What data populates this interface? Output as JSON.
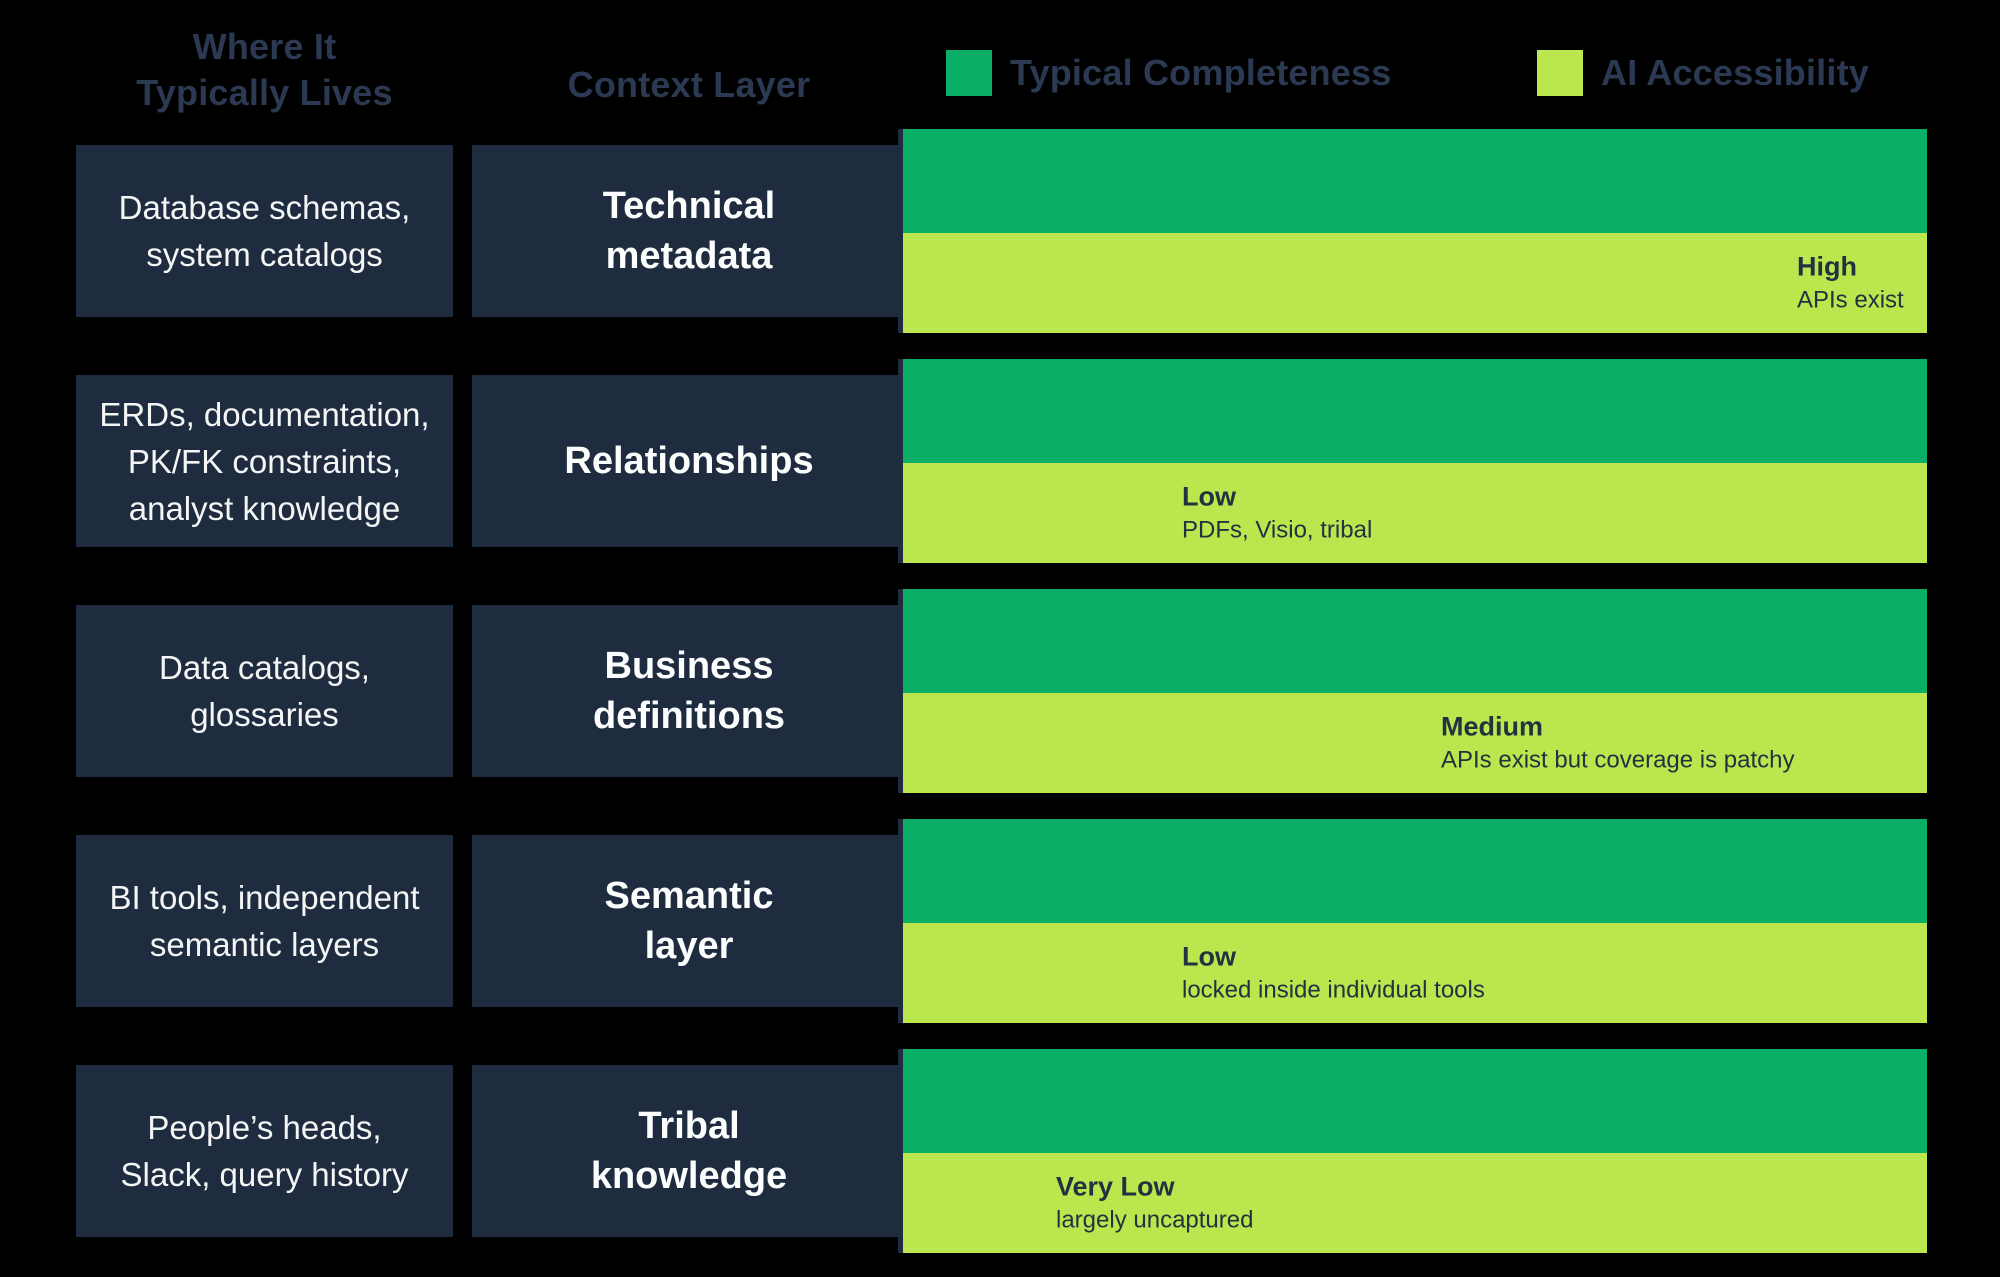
{
  "header": {
    "col1_title": "Where It\nTypically Lives",
    "col2_title": "Context Layer",
    "legend": [
      {
        "label": "Typical Completeness",
        "color": "#0bae66"
      },
      {
        "label": "AI Accessibility",
        "color": "#bce64d"
      }
    ]
  },
  "colors": {
    "background": "#000000",
    "box": "#1f2b3e",
    "header_text": "#2b3a52",
    "box_text": "#f4f6f6",
    "bar_label_text": "#243140",
    "completeness": "#0bae66",
    "accessibility": "#bce64d"
  },
  "rows": [
    {
      "where": "Database schemas,\nsystem catalogs",
      "layer": "Technical\nmetadata",
      "level": "High",
      "note": "APIs exist",
      "label_left": "894px"
    },
    {
      "where": "ERDs, documentation,\nPK/FK constraints,\nanalyst knowledge",
      "layer": "Relationships",
      "level": "Low",
      "note": "PDFs, Visio, tribal",
      "label_left": "279px"
    },
    {
      "where": "Data catalogs,\nglossaries",
      "layer": "Business\ndefinitions",
      "level": "Medium",
      "note": "APIs exist but coverage is patchy",
      "label_left": "538px"
    },
    {
      "where": "BI tools, independent\nsemantic layers",
      "layer": "Semantic\nlayer",
      "level": "Low",
      "note": "locked inside individual tools",
      "label_left": "279px"
    },
    {
      "where": "People’s heads,\nSlack, query history",
      "layer": "Tribal\nknowledge",
      "level": "Very Low",
      "note": "largely uncaptured",
      "label_left": "153px"
    }
  ],
  "chart_data": {
    "type": "bar",
    "orientation": "horizontal",
    "title": "",
    "legend": [
      "Typical Completeness",
      "AI Accessibility"
    ],
    "legend_position": "top",
    "categories": [
      "Technical metadata",
      "Relationships",
      "Business definitions",
      "Semantic layer",
      "Tribal knowledge"
    ],
    "where_it_typically_lives": [
      "Database schemas, system catalogs",
      "ERDs, documentation, PK/FK constraints, analyst knowledge",
      "Data catalogs, glossaries",
      "BI tools, independent semantic layers",
      "People’s heads, Slack, query history"
    ],
    "series": [
      {
        "name": "Typical Completeness",
        "color": "#0bae66",
        "bar_length_pct": [
          100,
          100,
          100,
          100,
          100
        ]
      },
      {
        "name": "AI Accessibility",
        "color": "#bce64d",
        "bar_length_pct": [
          100,
          100,
          100,
          100,
          100
        ],
        "levels": [
          "High",
          "Low",
          "Medium",
          "Low",
          "Very Low"
        ],
        "notes": [
          "APIs exist",
          "PDFs, Visio, tribal",
          "APIs exist but coverage is patchy",
          "locked inside individual tools",
          "largely uncaptured"
        ],
        "label_position_pct": [
          87,
          27,
          53,
          27,
          15
        ]
      }
    ]
  }
}
